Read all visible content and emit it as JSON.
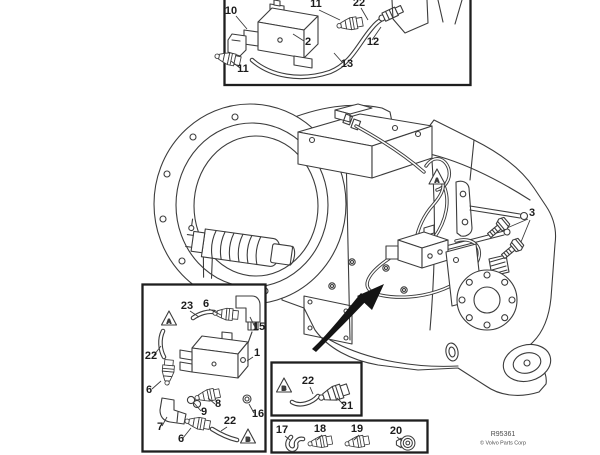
{
  "figure": {
    "drawing_number": "R95361",
    "copyright": "© Volvo Parts Corp"
  },
  "main_view": {
    "callouts": [
      "3"
    ],
    "warning_markers": [
      "A"
    ]
  },
  "insets": {
    "top_detail": {
      "callouts": [
        "10",
        "11",
        "22",
        "2",
        "11",
        "12",
        "13"
      ]
    },
    "detail_a": {
      "warning_markers": [
        "A",
        "B"
      ],
      "callouts": [
        "23",
        "6",
        "15",
        "22",
        "6",
        "1",
        "8",
        "9",
        "16",
        "7",
        "6",
        "22"
      ]
    },
    "detail_b": {
      "warning_markers": [
        "B"
      ],
      "callouts": [
        "22",
        "21"
      ]
    },
    "fitting_row": {
      "callouts": [
        "17",
        "18",
        "19",
        "20"
      ]
    }
  }
}
